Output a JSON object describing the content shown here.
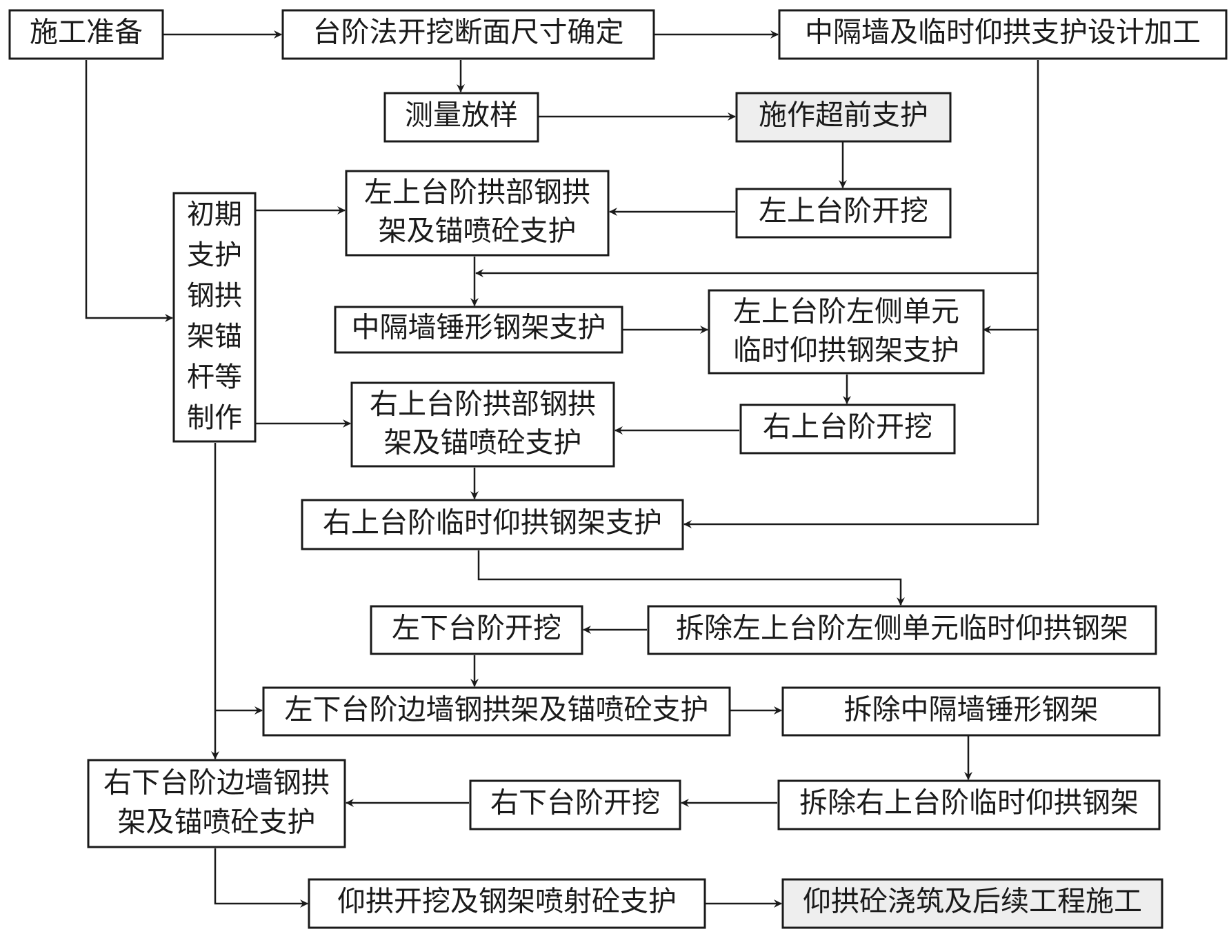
{
  "nodes": {
    "prep": "施工准备",
    "bench_size": "台阶法开挖断面尺寸确定",
    "wall_design": "中隔墙及临时仰拱支护设计加工",
    "survey": "测量放样",
    "advance_support": "施作超前支护",
    "upper_left_excavation": "左上台阶开挖",
    "upper_left_arch": [
      "左上台阶拱部钢拱",
      "架及锚喷砼支护"
    ],
    "initial_support_fab": [
      "初期",
      "支护",
      "钢拱",
      "架锚",
      "杆等",
      "制作"
    ],
    "mid_wall_frame": "中隔墙锤形钢架支护",
    "upper_left_temp_invert": [
      "左上台阶左侧单元",
      "临时仰拱钢架支护"
    ],
    "upper_right_arch": [
      "右上台阶拱部钢拱",
      "架及锚喷砼支护"
    ],
    "upper_right_excavation": "右上台阶开挖",
    "upper_right_temp_invert": "右上台阶临时仰拱钢架支护",
    "lower_left_excavation": "左下台阶开挖",
    "remove_upper_left_invert": "拆除左上台阶左侧单元临时仰拱钢架",
    "lower_left_wall": "左下台阶边墙钢拱架及锚喷砼支护",
    "remove_mid_wall": "拆除中隔墙锤形钢架",
    "lower_right_wall": [
      "右下台阶边墙钢拱",
      "架及锚喷砼支护"
    ],
    "lower_right_excavation": "右下台阶开挖",
    "remove_upper_right_invert": "拆除右上台阶临时仰拱钢架",
    "invert_excavation": "仰拱开挖及钢架喷射砼支护",
    "invert_casting": "仰拱砼浇筑及后续工程施工"
  }
}
